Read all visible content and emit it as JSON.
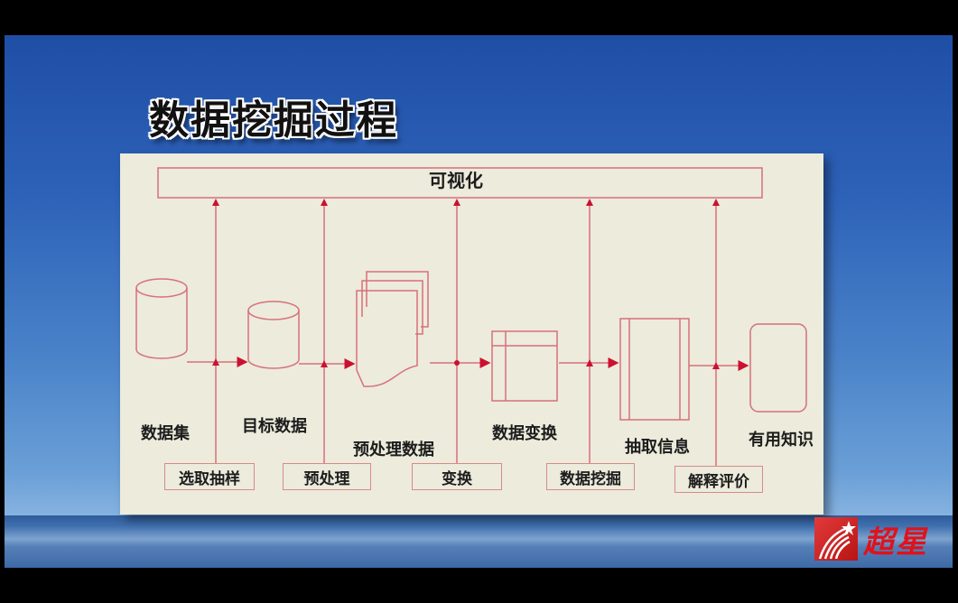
{
  "slide": {
    "title": "数据挖掘过程",
    "visualization_label": "可视化",
    "stages": [
      {
        "label": "数据集",
        "shape": "cylinder-tall"
      },
      {
        "label": "目标数据",
        "shape": "cylinder-short"
      },
      {
        "label": "预处理数据",
        "shape": "stacked-documents"
      },
      {
        "label": "数据变换",
        "shape": "table-grid"
      },
      {
        "label": "抽取信息",
        "shape": "ledger"
      },
      {
        "label": "有用知识",
        "shape": "rounded-rectangle"
      }
    ],
    "steps": [
      {
        "label": "选取抽样"
      },
      {
        "label": "预处理"
      },
      {
        "label": "变换"
      },
      {
        "label": "数据挖掘"
      },
      {
        "label": "解释评价"
      }
    ],
    "colors": {
      "line": "#d8707a",
      "arrow": "#cc1030",
      "panel_bg": "#ecebdc",
      "text": "#1c1c1c",
      "logo_red": "#e0121a"
    }
  },
  "branding": {
    "logo_text": "超星",
    "logo_icon": "shooting-star-icon"
  }
}
